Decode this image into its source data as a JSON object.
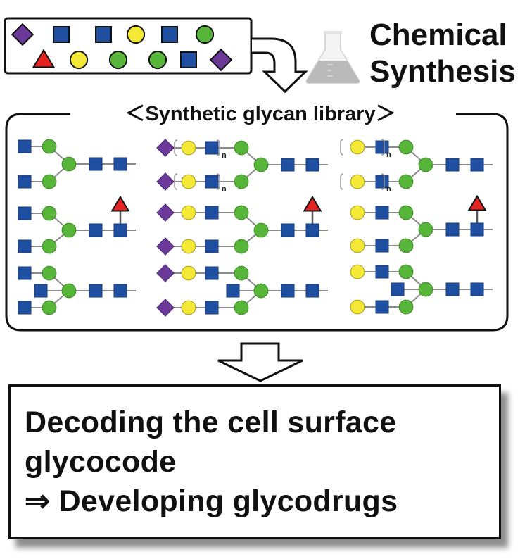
{
  "header": {
    "title_line1": "Chemical",
    "title_line2": "Synthesis",
    "flask_icon": "erlenmeyer-flask-icon"
  },
  "colors": {
    "glcnac_blue": "#1f4fa0",
    "man_green": "#57b53a",
    "gal_yellow": "#f2e835",
    "sia_purple": "#6b3a99",
    "fuc_red": "#e52421",
    "linkage_gray": "#8a8a8a",
    "outline": "#111111"
  },
  "building_blocks": {
    "row1": [
      "diamond",
      "square",
      "square",
      "circle-yellow",
      "square",
      "circle-green"
    ],
    "row2": [
      "triangle",
      "circle-yellow",
      "circle-green",
      "circle-green",
      "square",
      "diamond"
    ]
  },
  "library": {
    "title": "＜Synthetic glycan library＞",
    "repeat_label": "n"
  },
  "result": {
    "line1": "Decoding the cell surface",
    "line2": "glycocode",
    "line3": "⇒ Developing glycodrugs"
  }
}
